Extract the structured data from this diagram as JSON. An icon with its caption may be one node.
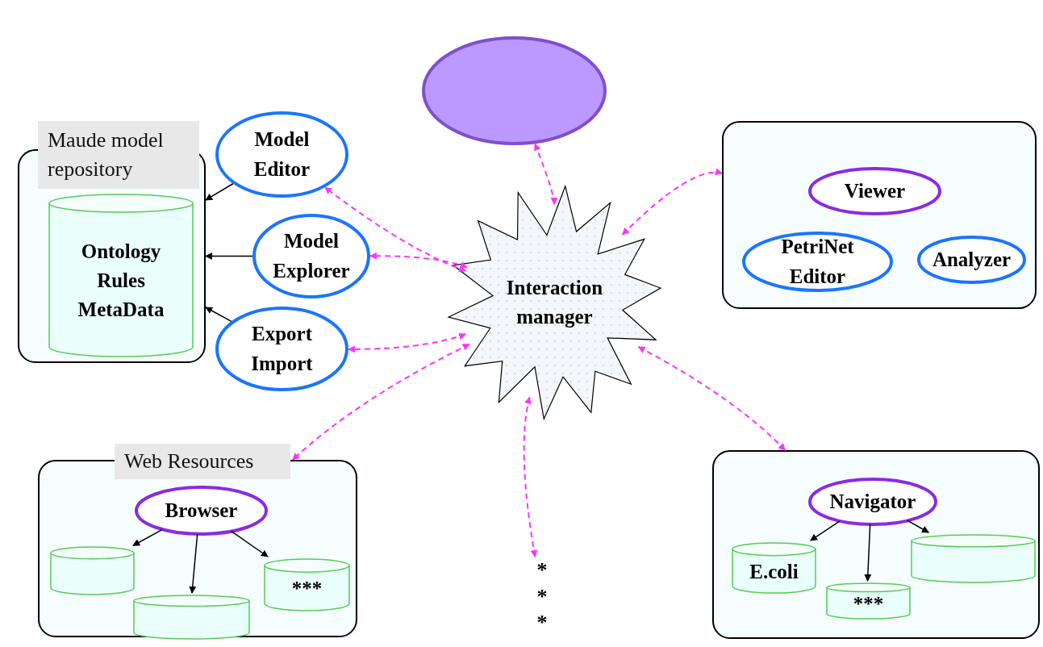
{
  "diagram": {
    "nodes": [
      {
        "text": [
          "Maude model repository"
        ]
      },
      {
        "text": [
          "Ontology Rules MetaData"
        ],
        "in": 0
      },
      {
        "text": [
          "Model Editor"
        ]
      },
      {
        "text": [
          "Model Explorer"
        ]
      },
      {
        "text": [
          "Export Import"
        ]
      },
      {
        "text": [],
        "shape": "ellipse"
      },
      {
        "text": [
          "Interaction manager"
        ]
      },
      {
        "text": [],
        "shape": "box"
      },
      {
        "text": [
          "Viewer"
        ],
        "in": 7
      },
      {
        "text": [
          "PetriNet Editor"
        ],
        "in": 7
      },
      {
        "text": [
          "Analyzer"
        ],
        "in": 7
      },
      {
        "text": [
          "Web Resources"
        ]
      },
      {
        "text": [
          "Browser"
        ],
        "in": 11
      },
      {
        "text": [],
        "shape": "cylinder",
        "in": 11
      },
      {
        "text": [],
        "shape": "cylinder",
        "in": 11
      },
      {
        "text": [
          "***"
        ],
        "in": 11
      },
      {
        "text": [],
        "shape": "box"
      },
      {
        "text": [
          "Navigator"
        ],
        "in": 16
      },
      {
        "text": [
          "E.coli"
        ],
        "in": 16
      },
      {
        "text": [
          "***"
        ],
        "in": 16
      },
      {
        "text": [],
        "shape": "cylinder",
        "in": 16
      },
      {
        "text": [
          "* * *"
        ]
      }
    ],
    "edges": [
      {
        "from": 2,
        "to": 0,
        "arrow": "to"
      },
      {
        "from": 3,
        "to": 0,
        "arrow": "to"
      },
      {
        "from": 4,
        "to": 0,
        "arrow": "to"
      },
      {
        "from": 6,
        "to": 2,
        "arrow": "both",
        "style": "dashed",
        "color": "#ff33ff"
      },
      {
        "from": 6,
        "to": 3,
        "arrow": "both",
        "style": "dashed",
        "color": "#ff33ff"
      },
      {
        "from": 6,
        "to": 4,
        "arrow": "both",
        "style": "dashed",
        "color": "#ff33ff"
      },
      {
        "from": 6,
        "to": 5,
        "arrow": "both",
        "style": "dashed",
        "color": "#ff33ff"
      },
      {
        "from": 6,
        "to": 7,
        "arrow": "both",
        "style": "dashed",
        "color": "#ff33ff"
      },
      {
        "from": 6,
        "to": 16,
        "arrow": "both",
        "style": "dashed",
        "color": "#ff33ff"
      },
      {
        "from": 6,
        "to": 11,
        "arrow": "both",
        "style": "dashed",
        "color": "#ff33ff"
      },
      {
        "from": 6,
        "to": 21,
        "arrow": "both",
        "style": "dashed",
        "color": "#ff33ff"
      },
      {
        "from": 12,
        "to": 13,
        "arrow": "to"
      },
      {
        "from": 12,
        "to": 14,
        "arrow": "to"
      },
      {
        "from": 12,
        "to": 15,
        "arrow": "to"
      },
      {
        "from": 17,
        "to": 18,
        "arrow": "to"
      },
      {
        "from": 17,
        "to": 19,
        "arrow": "to"
      },
      {
        "from": 17,
        "to": 20,
        "arrow": "to"
      }
    ]
  }
}
